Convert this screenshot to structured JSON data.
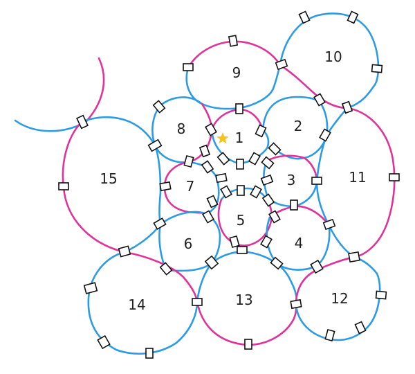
{
  "colors": {
    "blue": "#2b9be6",
    "magenta": "#e0329a",
    "star": "#f7c21c",
    "tab_stroke": "#111111"
  },
  "star_icon": "star-icon",
  "cells": [
    {
      "id": "1",
      "label": "1"
    },
    {
      "id": "2",
      "label": "2"
    },
    {
      "id": "3",
      "label": "3"
    },
    {
      "id": "4",
      "label": "4"
    },
    {
      "id": "5",
      "label": "5"
    },
    {
      "id": "6",
      "label": "6"
    },
    {
      "id": "7",
      "label": "7"
    },
    {
      "id": "8",
      "label": "8"
    },
    {
      "id": "9",
      "label": "9"
    },
    {
      "id": "10",
      "label": "10"
    },
    {
      "id": "11",
      "label": "11"
    },
    {
      "id": "12",
      "label": "12"
    },
    {
      "id": "13",
      "label": "13"
    },
    {
      "id": "14",
      "label": "14"
    },
    {
      "id": "15",
      "label": "15"
    }
  ]
}
